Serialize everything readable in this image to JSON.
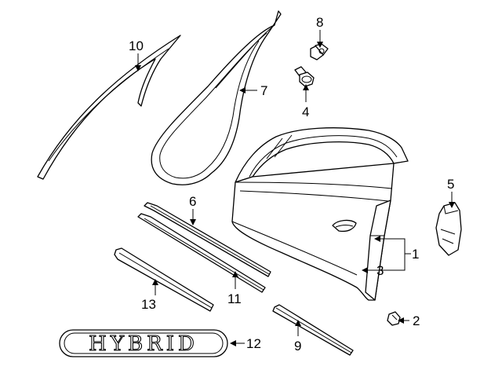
{
  "callouts": {
    "c1": "1",
    "c2": "2",
    "c3": "3",
    "c4": "4",
    "c5": "5",
    "c6": "6",
    "c7": "7",
    "c8": "8",
    "c9": "9",
    "c10": "10",
    "c11": "11",
    "c12": "12",
    "c13": "13"
  },
  "emblem_text": "HYBRID",
  "colors": {
    "line": "#000000",
    "background": "#ffffff"
  }
}
